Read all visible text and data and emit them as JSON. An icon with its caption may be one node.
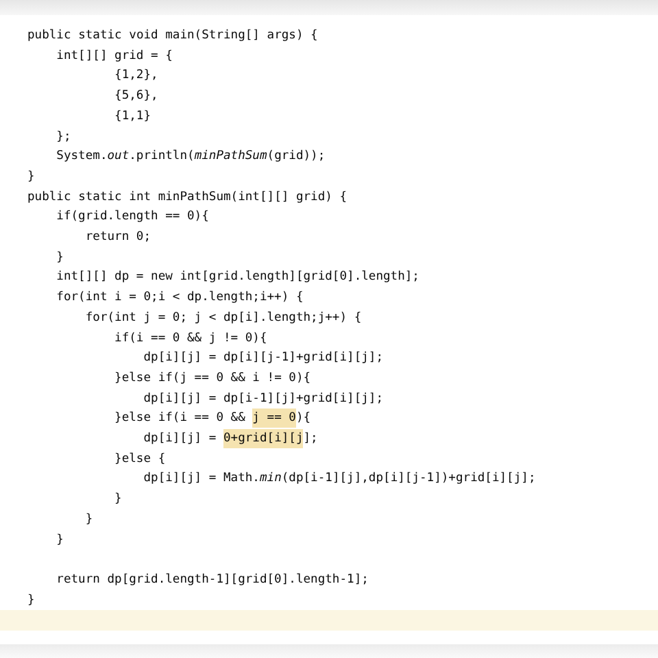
{
  "diagram": {
    "labels": [
      "public static void main(String[] args) {",
      "int[][] grid = {",
      "{1,2},",
      "{5,6},",
      "{1,1}",
      "};",
      "System.*out*.println(*minPathSum*(grid));",
      "}",
      "public static int minPathSum(int[][] grid) {",
      "if(grid.length == 0){",
      "return 0;",
      "}",
      "int[][] dp = new int[grid.length][grid[0].length];",
      "for(int i = 0;i < dp.length;i++) {",
      "for(int j = 0; j < dp[i].length;j++) {",
      "if(i == 0 && j != 0){",
      "dp[i][j] = dp[i][j-1]+grid[i][j];",
      "}else if(j == 0 && i != 0){",
      "dp[i][j] = dp[i-1][j]+grid[i][j];",
      "}else if(i == 0 && j == 0){",
      "dp[i][j] = 0+grid[i][j];",
      "}else {",
      "dp[i][j] = Math.*min*(dp[i-1][j],dp[i][j-1])+grid[i][j];",
      "}",
      "}",
      "}",
      "return dp[grid.length-1][grid[0].length-1];",
      "}"
    ]
  }
}
